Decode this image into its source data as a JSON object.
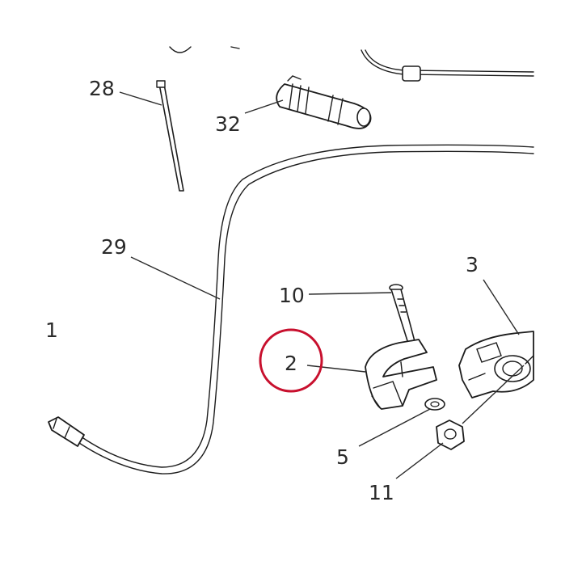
{
  "callouts": {
    "c28": "28",
    "c32": "32",
    "c29": "29",
    "c10": "10",
    "c3": "3",
    "c2": "2",
    "c5": "5",
    "c11": "11",
    "c1": "1"
  },
  "highlight": {
    "target": "2",
    "color": "#c8102e"
  },
  "colors": {
    "line": "#1c1c1c",
    "background": "#ffffff"
  }
}
